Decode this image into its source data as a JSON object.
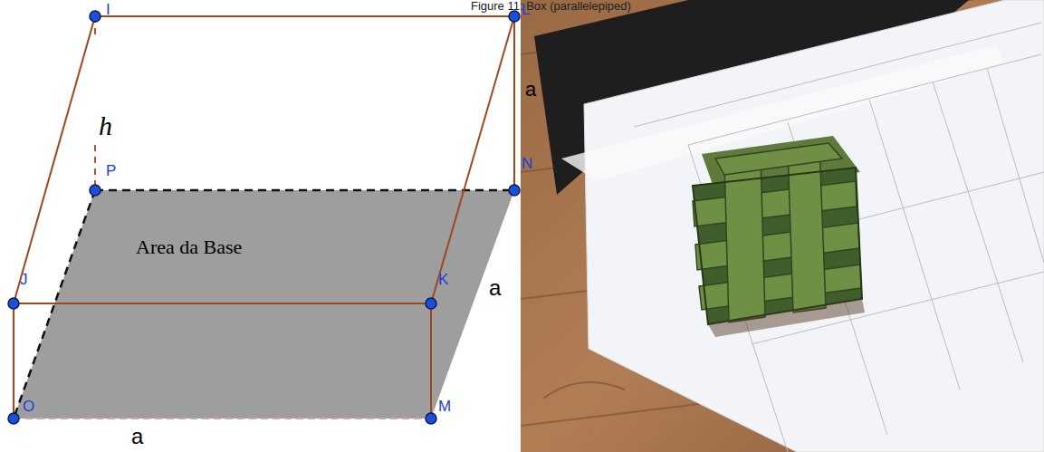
{
  "diagram": {
    "title": "Figure 11: Box (parallelepiped)",
    "nodes": [
      {
        "text": [
          "Area da Base"
        ]
      }
    ],
    "labels": [
      "I",
      "h",
      "L",
      "a",
      "P",
      "N",
      "J",
      "K",
      "a",
      "O",
      "M",
      "a"
    ]
  }
}
